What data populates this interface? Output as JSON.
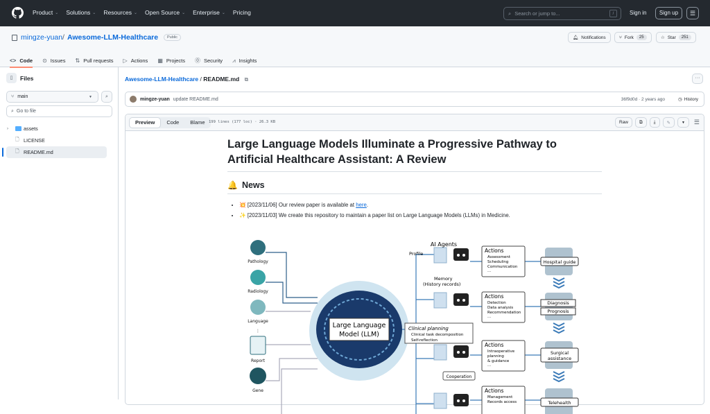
{
  "topnav": {
    "items": [
      {
        "label": "Product",
        "dropdown": true
      },
      {
        "label": "Solutions",
        "dropdown": true
      },
      {
        "label": "Resources",
        "dropdown": true
      },
      {
        "label": "Open Source",
        "dropdown": true
      },
      {
        "label": "Enterprise",
        "dropdown": true
      },
      {
        "label": "Pricing",
        "dropdown": false
      }
    ],
    "search_placeholder": "Search or jump to...",
    "search_shortcut": "/",
    "sign_in": "Sign in",
    "sign_up": "Sign up"
  },
  "repo": {
    "owner": "mingze-yuan",
    "separator": "/",
    "name": "Awesome-LLM-Healthcare",
    "visibility": "Public",
    "notifications_label": "Notifications",
    "fork_label": "Fork",
    "fork_count": "25",
    "star_label": "Star",
    "star_count": "251",
    "tabs": [
      {
        "label": "Code",
        "icon": "code-icon",
        "glyph": "<>",
        "active": true
      },
      {
        "label": "Issues",
        "icon": "issue-icon",
        "glyph": "⊙",
        "active": false
      },
      {
        "label": "Pull requests",
        "icon": "pull-request-icon",
        "glyph": "⇅",
        "active": false
      },
      {
        "label": "Actions",
        "icon": "play-icon",
        "glyph": "▷",
        "active": false
      },
      {
        "label": "Projects",
        "icon": "table-icon",
        "glyph": "▦",
        "active": false
      },
      {
        "label": "Security",
        "icon": "shield-icon",
        "glyph": "⓪",
        "active": false
      },
      {
        "label": "Insights",
        "icon": "graph-icon",
        "glyph": "⩘",
        "active": false
      }
    ]
  },
  "sidebar": {
    "title": "Files",
    "branch": "main",
    "goto_placeholder": "Go to file",
    "tree": [
      {
        "name": "assets",
        "type": "folder",
        "selected": false
      },
      {
        "name": "LICENSE",
        "type": "file",
        "selected": false
      },
      {
        "name": "README.md",
        "type": "file",
        "selected": true
      }
    ]
  },
  "file": {
    "breadcrumb_repo": "Awesome-LLM-Healthcare",
    "breadcrumb_sep": "/",
    "breadcrumb_file": "README.md",
    "commit_author": "mingze-yuan",
    "commit_message": "update README.md",
    "commit_hash_time": "36f9d0d · 2 years ago",
    "history_label": "History",
    "view_tabs": [
      "Preview",
      "Code",
      "Blame"
    ],
    "active_view": "Preview",
    "stats": "199 lines (177 loc) · 26.3 KB",
    "raw_label": "Raw"
  },
  "readme": {
    "title": "Large Language Models Illuminate a Progressive Pathway to Artificial Healthcare Assistant: A Review",
    "news_heading": "News",
    "news": [
      {
        "emoji": "💥",
        "text": "[2023/11/06] Our review paper is available at ",
        "link": "here",
        "suffix": "."
      },
      {
        "emoji": "✨",
        "text": "[2023/11/03] We create this repository to maintain a paper list on Large Language Models (LLMs) in Medicine.",
        "link": "",
        "suffix": ""
      }
    ],
    "figure": {
      "inputs": [
        "Pathology",
        "Radiology",
        "Language",
        "⋮",
        "Report",
        "Gene"
      ],
      "center": [
        "Large Language",
        "Model (LLM)"
      ],
      "ai_agents": "AI Agents",
      "profile": "Profile",
      "memory": [
        "Memory",
        "(History records)"
      ],
      "clinical_planning": [
        "Clinical planning",
        "Clinical task decomposition",
        "Self-reflection"
      ],
      "cooperation": "Cooperation",
      "actions": [
        {
          "title": "Actions",
          "items": [
            "Assessment",
            "Scheduling",
            "Communication",
            "···"
          ],
          "outcome": [
            "Hospital guide"
          ]
        },
        {
          "title": "Actions",
          "items": [
            "Detection",
            "Data analysis",
            "Recommendation",
            "···"
          ],
          "outcome": [
            "Diagnosis",
            "Prognosis"
          ]
        },
        {
          "title": "Actions",
          "items": [
            "Intraoperative",
            "planning",
            "& guidance",
            "···"
          ],
          "outcome": [
            "Surgical",
            "assistance"
          ]
        },
        {
          "title": "Actions",
          "items": [
            "Management",
            "Records access"
          ],
          "outcome": [
            "Telehealth"
          ]
        }
      ]
    }
  }
}
